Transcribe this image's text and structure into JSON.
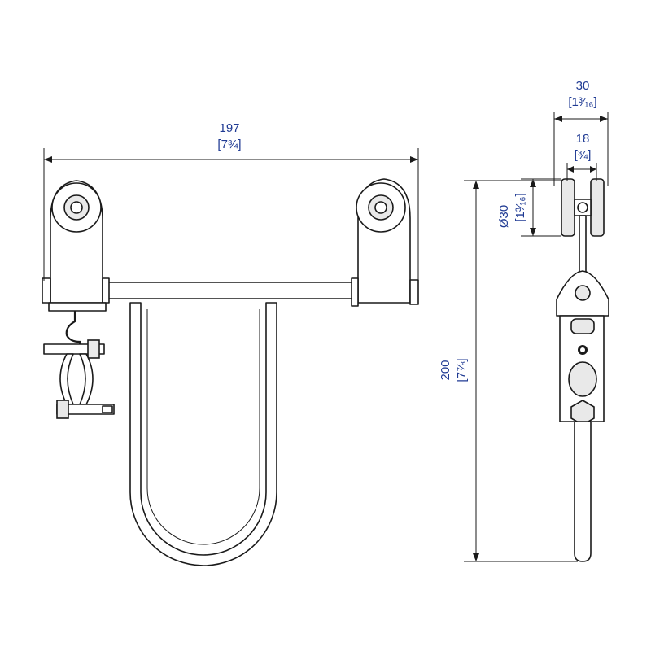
{
  "dimensions": {
    "width": {
      "value": "197",
      "fraction": "[7¾]"
    },
    "height": {
      "value": "200",
      "fraction": "[7⅞]"
    },
    "depth": {
      "value": "30",
      "fraction": "[1³⁄₁₆]"
    },
    "wheel_gap": {
      "value": "18",
      "fraction": "[¾]"
    },
    "wheel_diameter": {
      "value": "Ø30",
      "fraction": "[1³⁄₁₆]"
    }
  },
  "colors": {
    "line": "#1a1a1a",
    "dimension_text": "#1f3a93",
    "shade": "#e9e9e9"
  }
}
